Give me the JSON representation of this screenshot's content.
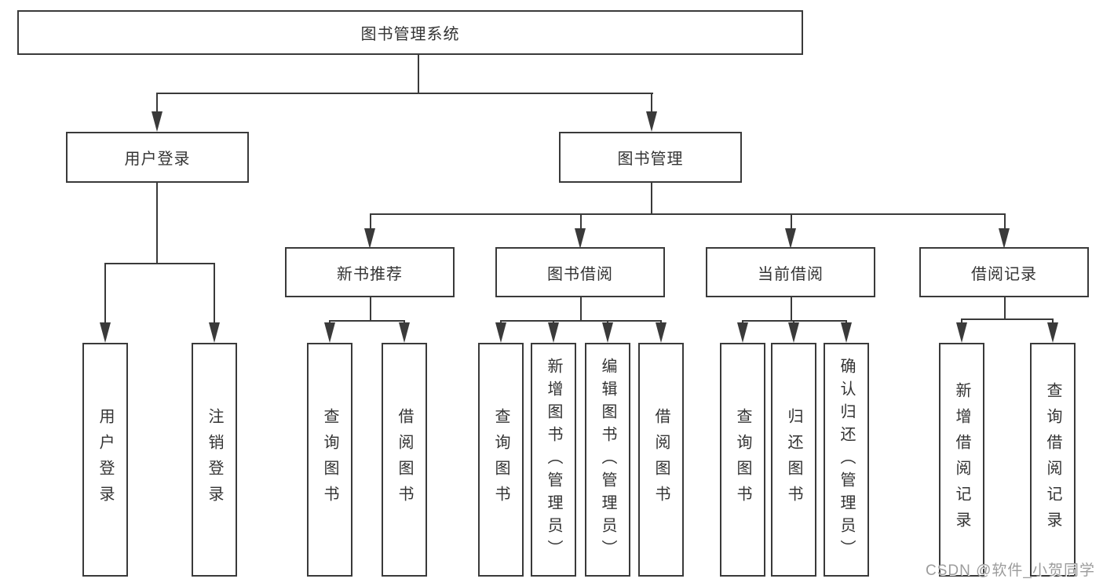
{
  "diagram": {
    "title": "图书管理系统",
    "root": {
      "label": "图书管理系统"
    },
    "level2": [
      {
        "label": "用户登录"
      },
      {
        "label": "图书管理"
      }
    ],
    "level3": [
      {
        "label": "新书推荐",
        "parent": "图书管理"
      },
      {
        "label": "图书借阅",
        "parent": "图书管理"
      },
      {
        "label": "当前借阅",
        "parent": "图书管理"
      },
      {
        "label": "借阅记录",
        "parent": "图书管理"
      }
    ],
    "leaves": [
      {
        "label": "用户登录",
        "parent": "用户登录"
      },
      {
        "label": "注销登录",
        "parent": "用户登录"
      },
      {
        "label": "查询图书",
        "parent": "新书推荐"
      },
      {
        "label": "借阅图书",
        "parent": "新书推荐"
      },
      {
        "label": "查询图书",
        "parent": "图书借阅"
      },
      {
        "label": "新增图书（管理员）",
        "parent": "图书借阅"
      },
      {
        "label": "编辑图书（管理员）",
        "parent": "图书借阅"
      },
      {
        "label": "借阅图书",
        "parent": "图书借阅"
      },
      {
        "label": "查询图书",
        "parent": "当前借阅"
      },
      {
        "label": "归还图书",
        "parent": "当前借阅"
      },
      {
        "label": "确认归还（管理员）",
        "parent": "当前借阅"
      },
      {
        "label": "新增借阅记录",
        "parent": "借阅记录"
      },
      {
        "label": "查询借阅记录",
        "parent": "借阅记录"
      }
    ]
  },
  "watermark": {
    "text": "CSDN @软件_小贺同学"
  },
  "colors": {
    "line": "#3a3a3a",
    "box_border": "#3a3a3a",
    "text": "#333333",
    "background": "#ffffff",
    "watermark": "#9c9c9c"
  }
}
